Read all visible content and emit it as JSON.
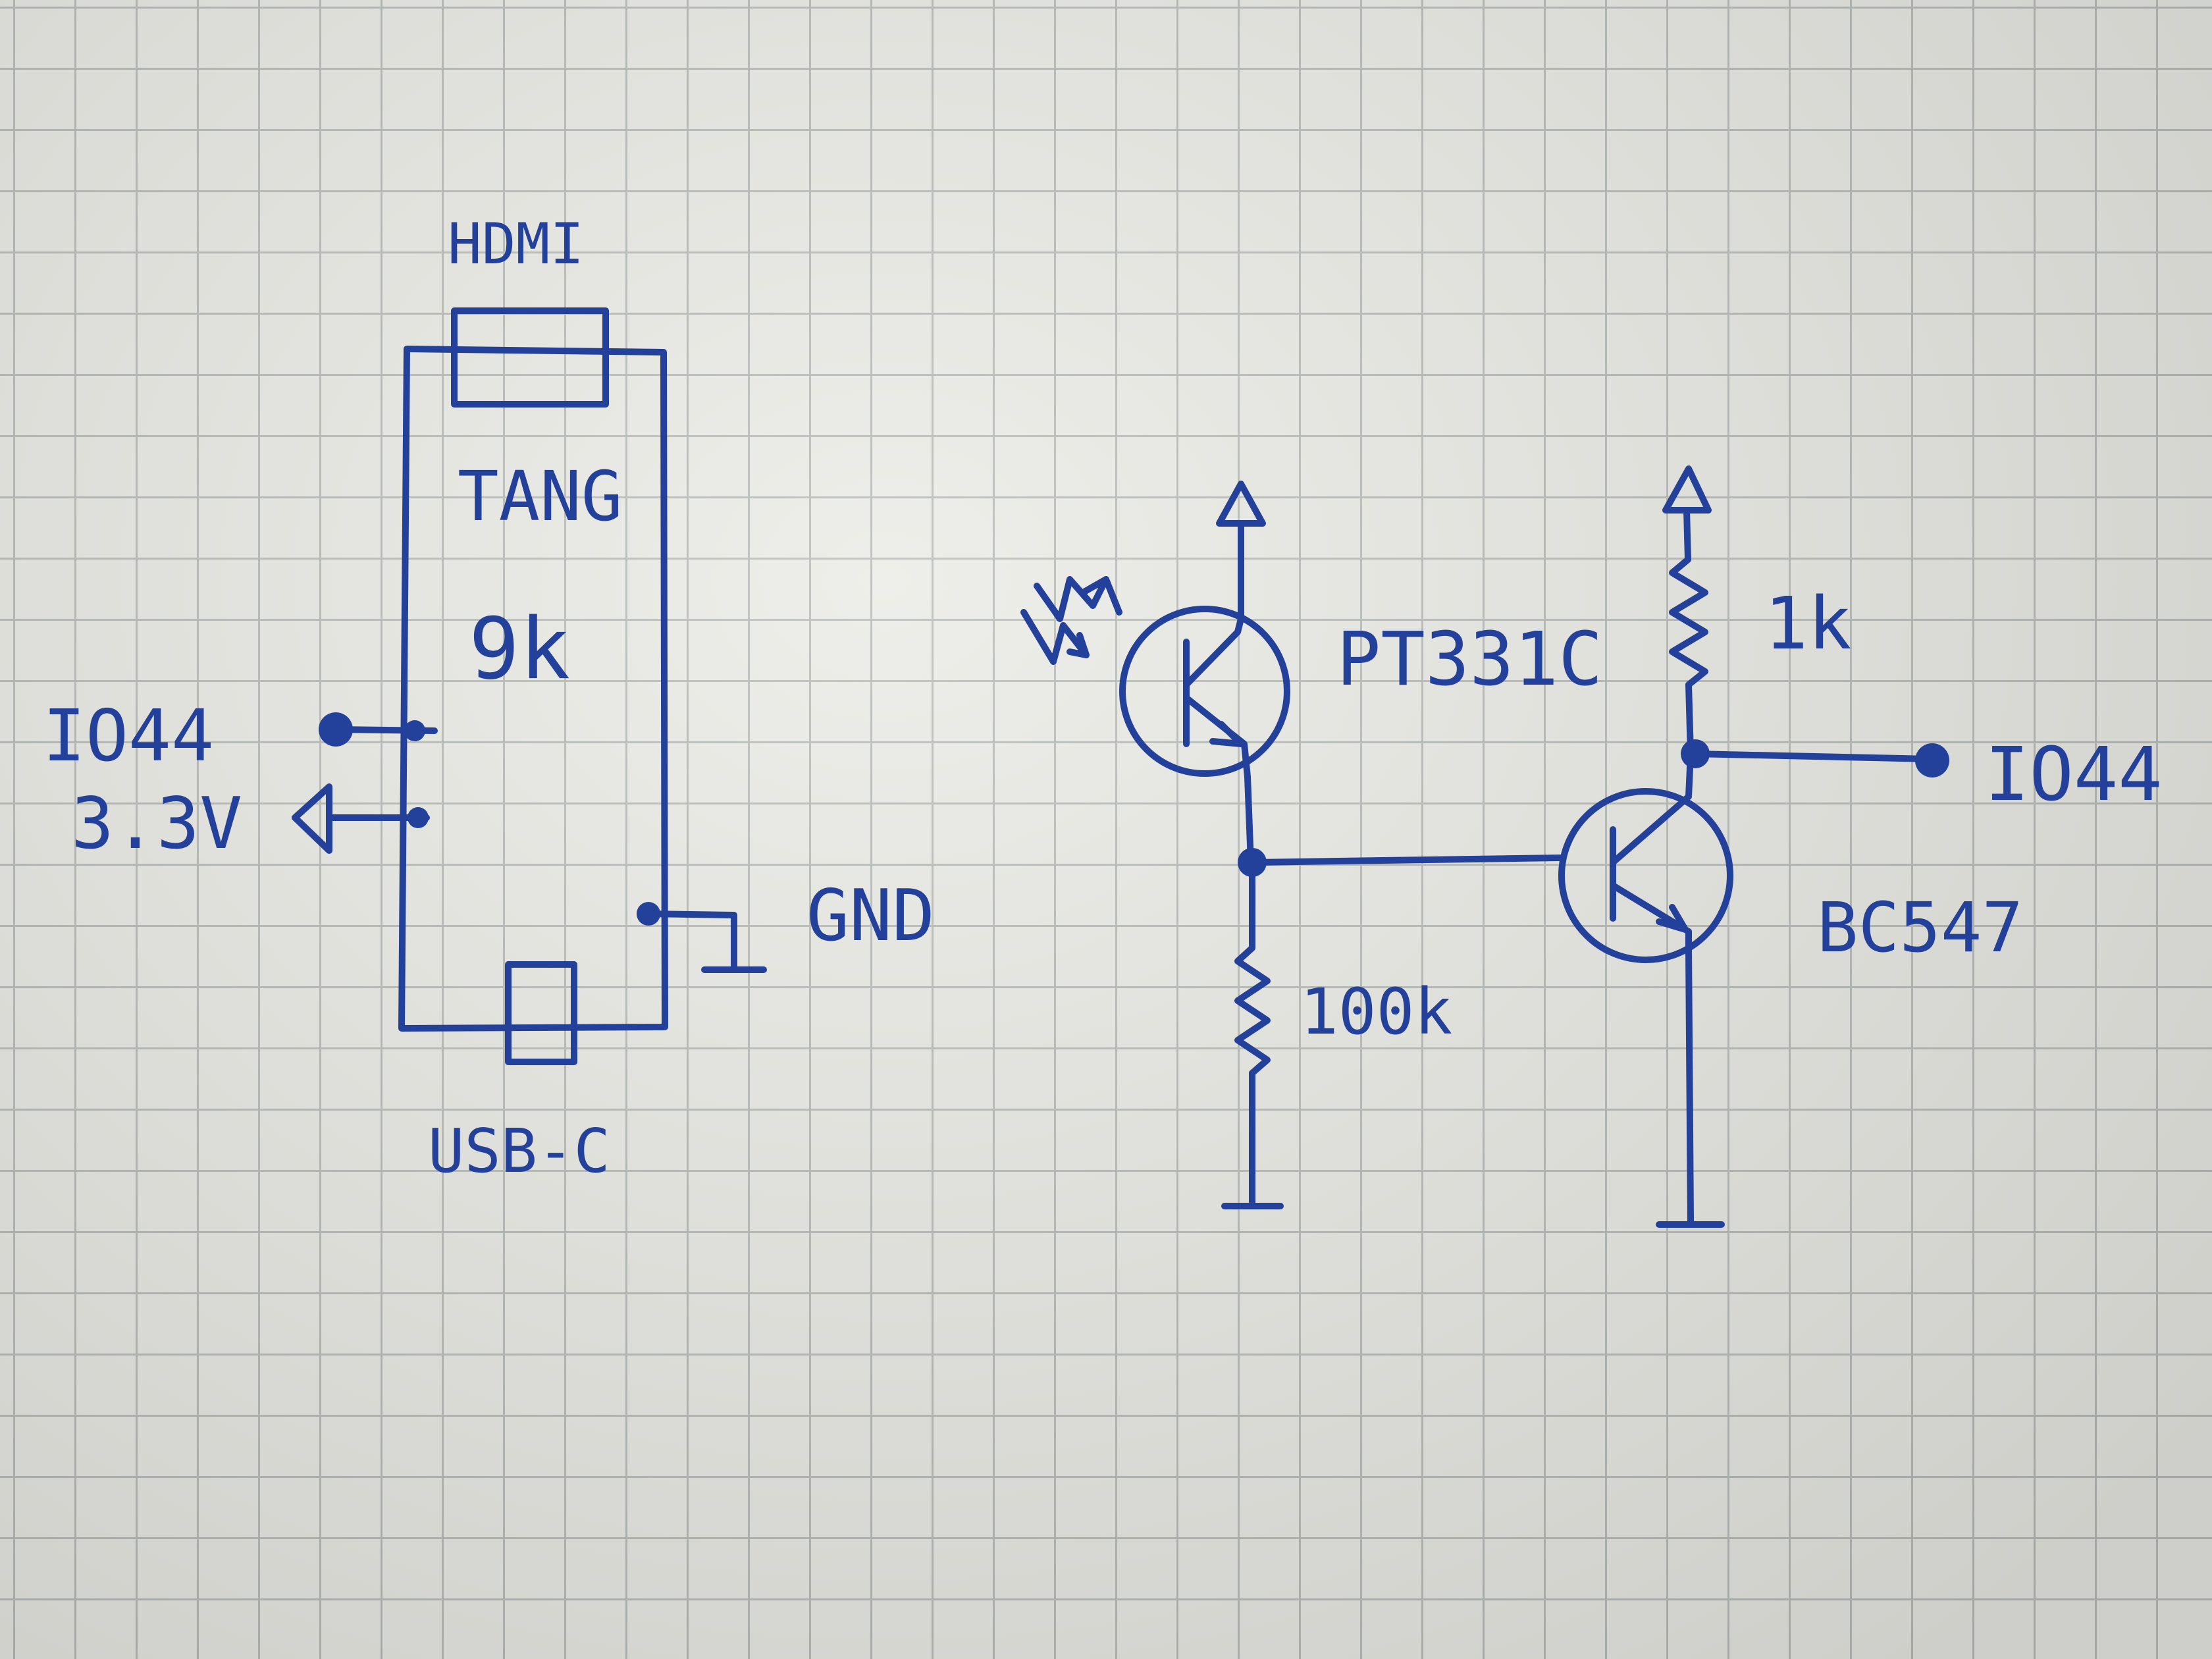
{
  "board": {
    "hdmi_label": "HDMI",
    "name": "TANG",
    "size_label": "9k",
    "usb_label": "USB-C",
    "gnd_label": "GND",
    "pin_io_label": "IO44",
    "pin_power_label": "3.3V"
  },
  "circuit": {
    "phototransistor_label": "PT331C",
    "pullup_resistor_label": "1k",
    "pulldown_resistor_label": "100k",
    "transistor_label": "BC547",
    "output_label": "IO44"
  },
  "colors": {
    "ink": "#23409a",
    "paper": "#ebebe6",
    "grid": "#b9bdb9"
  }
}
